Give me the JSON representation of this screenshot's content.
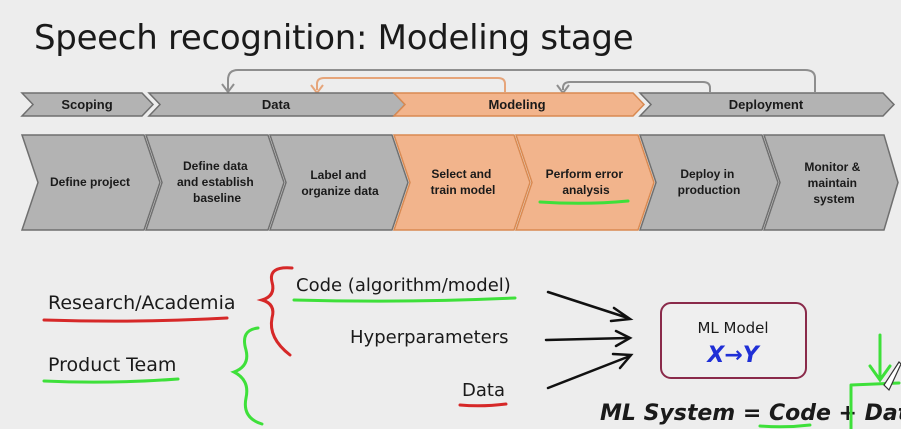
{
  "title": "Speech recognition: Modeling stage",
  "phases": [
    {
      "label": "Scoping"
    },
    {
      "label": "Data"
    },
    {
      "label": "Modeling"
    },
    {
      "label": "Deployment"
    }
  ],
  "steps": [
    {
      "lines": [
        "Define project"
      ]
    },
    {
      "lines": [
        "Define data",
        "and establish",
        "baseline"
      ]
    },
    {
      "lines": [
        "Label and",
        "organize data"
      ]
    },
    {
      "lines": [
        "Select and",
        "train model"
      ]
    },
    {
      "lines": [
        "Perform error",
        "analysis"
      ]
    },
    {
      "lines": [
        "Deploy in",
        "production"
      ]
    },
    {
      "lines": [
        "Monitor &",
        "maintain",
        "system"
      ]
    }
  ],
  "colors": {
    "gray_fill": "#b3b3b3",
    "gray_stroke": "#6f6f6f",
    "orange_fill": "#f2b48c",
    "orange_stroke": "#d98a52",
    "red_ink": "#d62828",
    "green_ink": "#3ee03a",
    "box_stroke": "#8a2a4a",
    "blue_ink": "#1f2fd6"
  },
  "bottom": {
    "research": "Research/Academia",
    "product": "Product Team",
    "code": "Code (algorithm/model)",
    "hyper": "Hyperparameters",
    "data": "Data",
    "ml_model": "ML Model",
    "xy": "X→Y",
    "ml_system": "ML System = Code + Dat"
  }
}
